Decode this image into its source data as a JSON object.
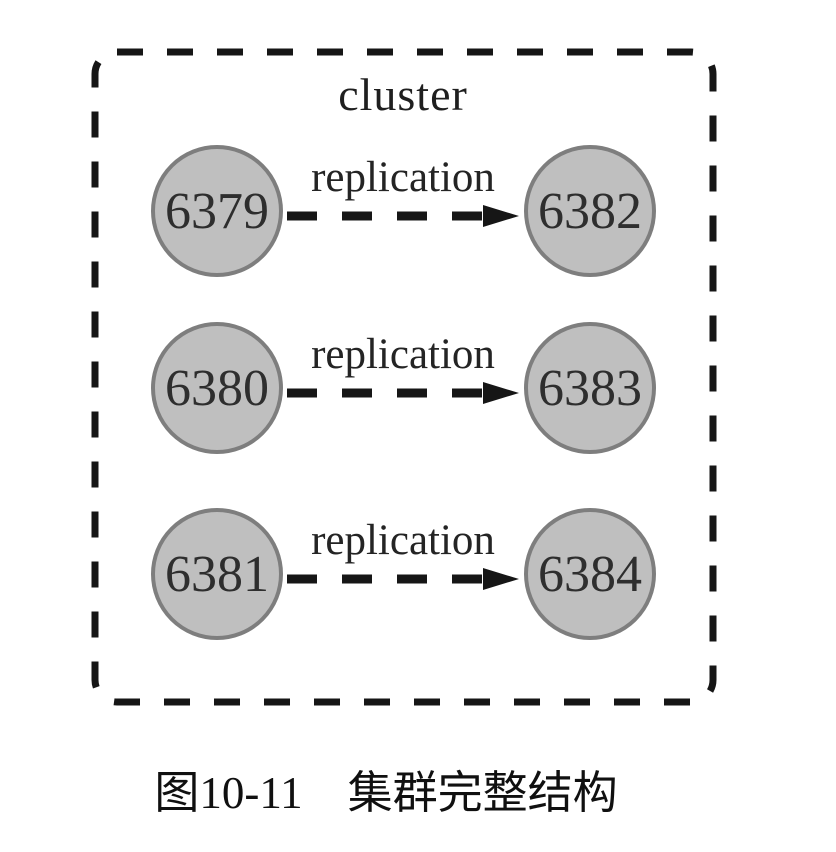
{
  "diagram": {
    "cluster_label": "cluster",
    "rows": [
      {
        "source": "6379",
        "label": "replication",
        "target": "6382"
      },
      {
        "source": "6380",
        "label": "replication",
        "target": "6383"
      },
      {
        "source": "6381",
        "label": "replication",
        "target": "6384"
      }
    ],
    "colors": {
      "node_fill": "#bfbfbf",
      "node_border": "#7e7e7e",
      "dash_line": "#161616",
      "node_text": "#2e2e2e"
    }
  },
  "caption": {
    "text": "图10-11　集群完整结构"
  }
}
